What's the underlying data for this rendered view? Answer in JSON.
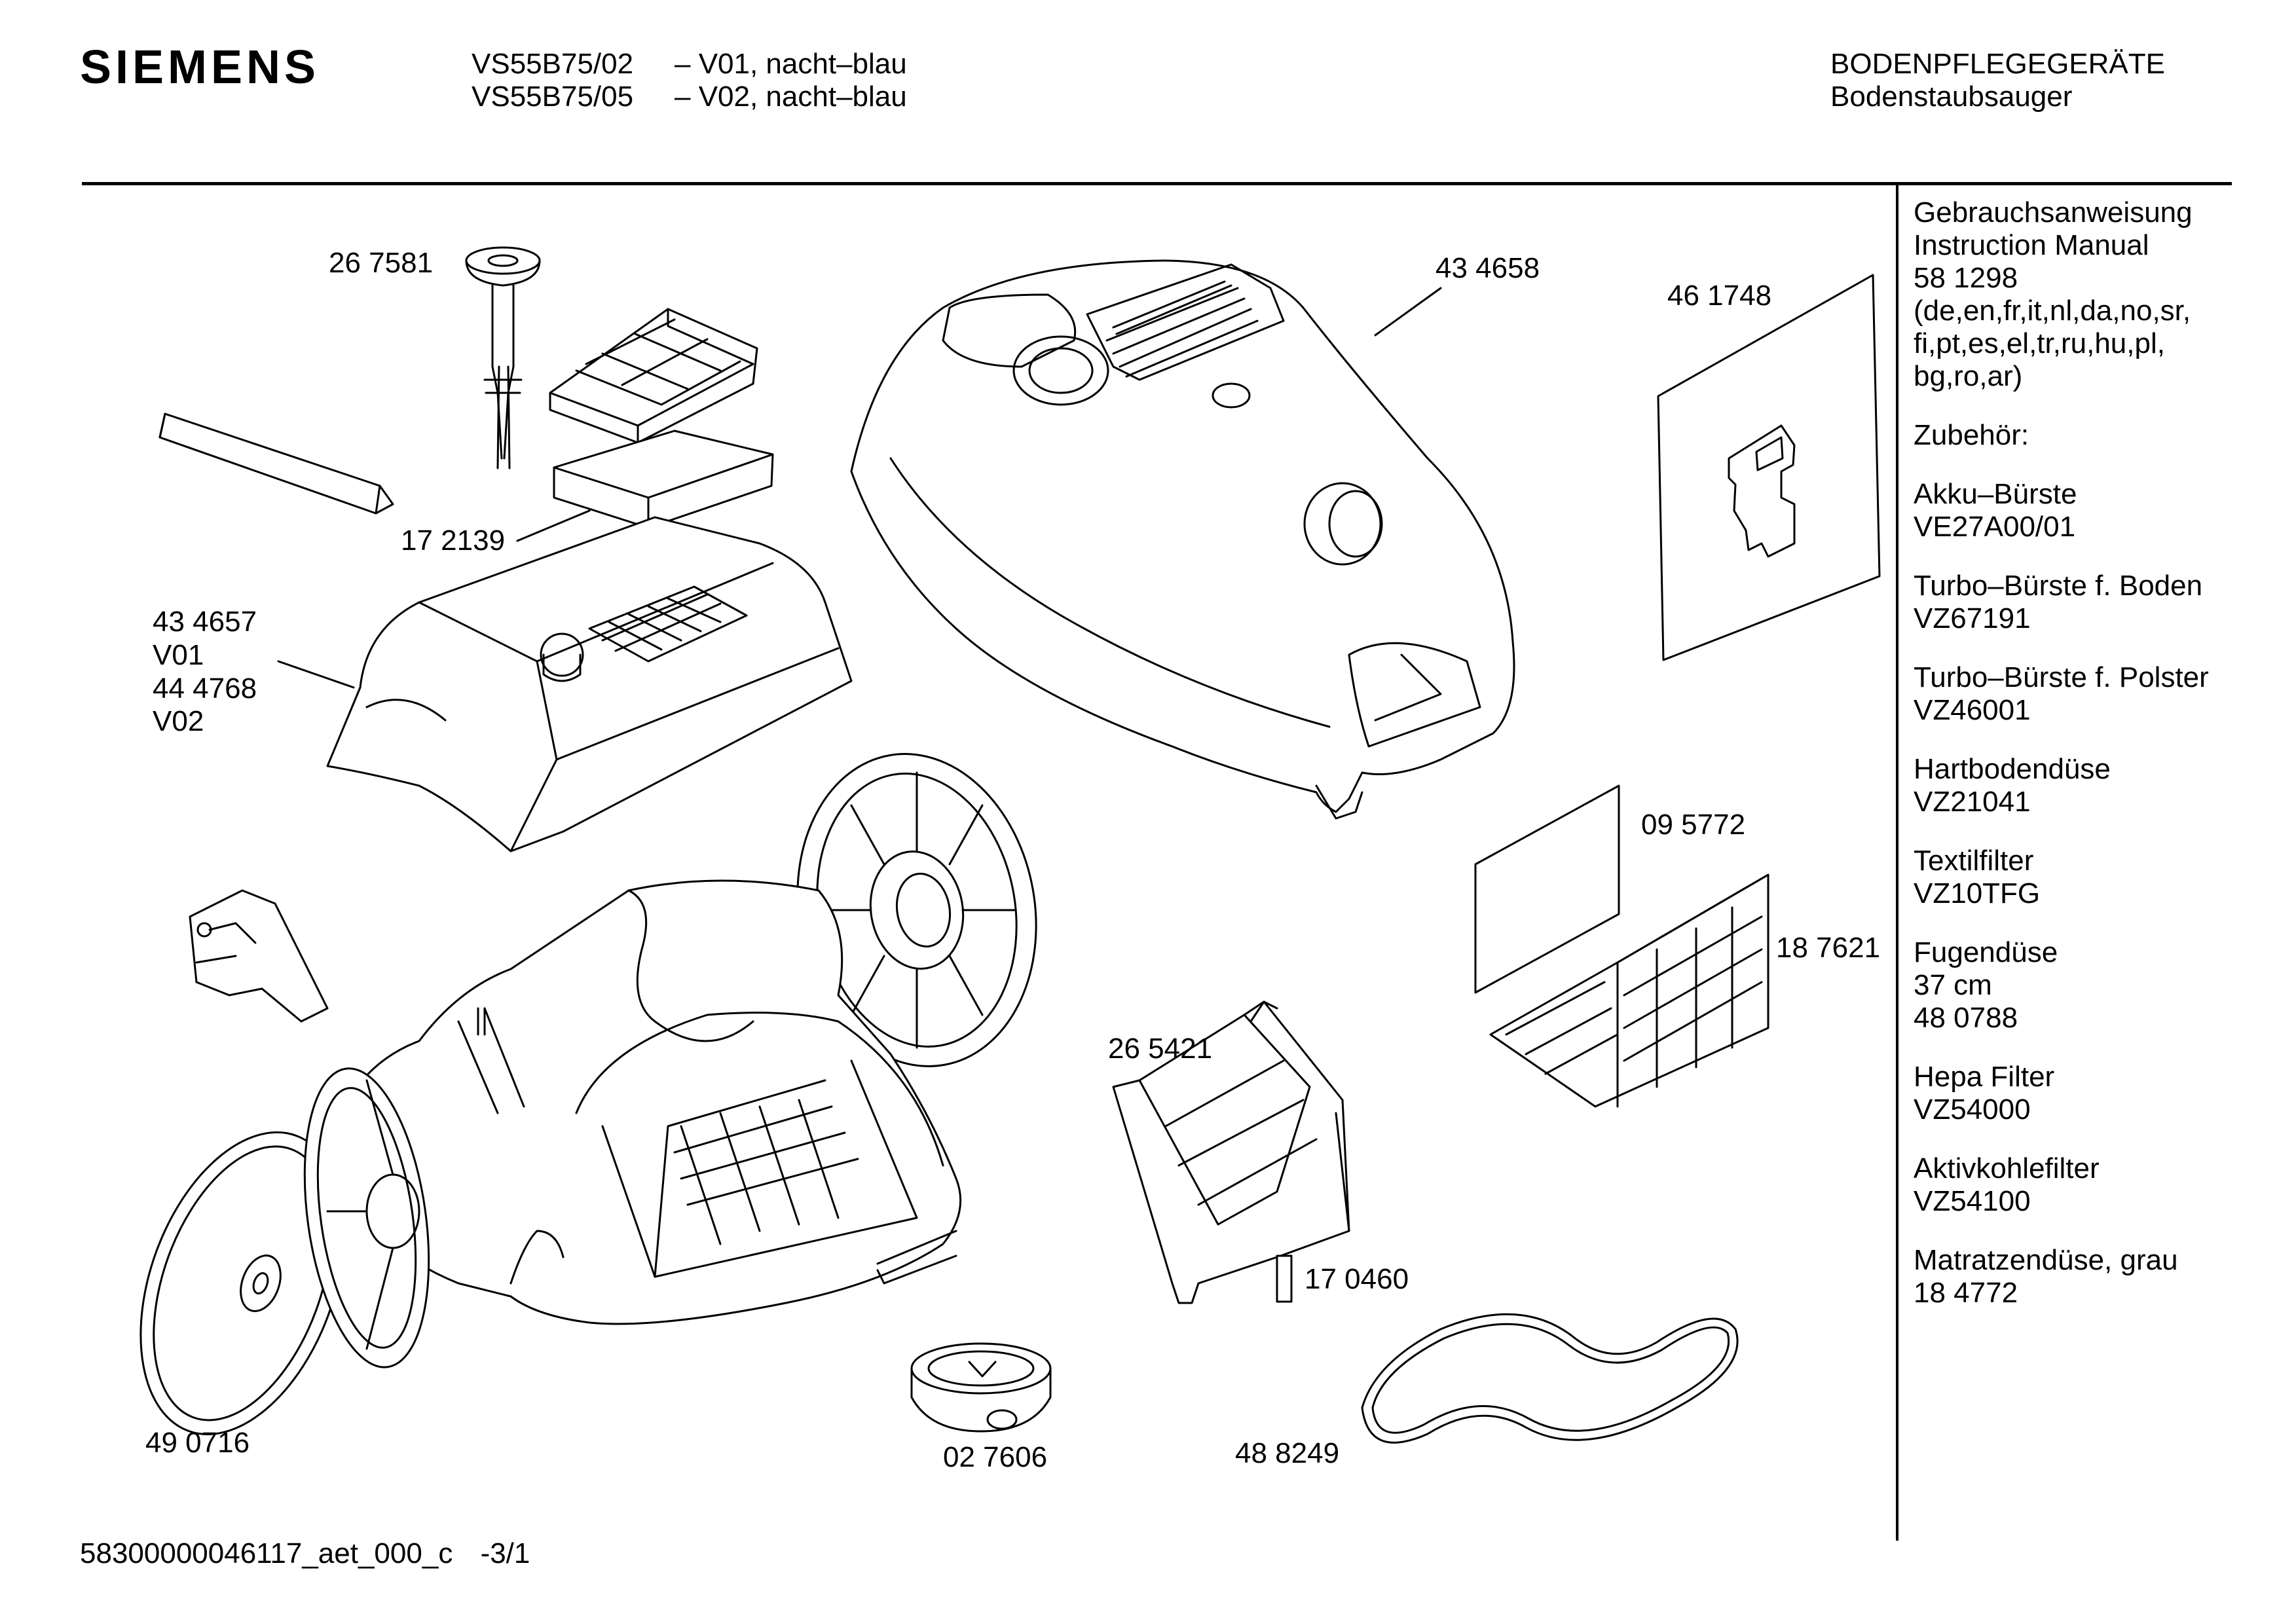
{
  "header": {
    "brand": "SIEMENS",
    "models": [
      {
        "code": "VS55B75/02",
        "variant": "– V01, nacht–blau"
      },
      {
        "code": "VS55B75/05",
        "variant": "– V02, nacht–blau"
      }
    ],
    "category": "BODENPFLEGEGERÄTE",
    "subcategory": "Bodenstaubsauger"
  },
  "parts": {
    "p267581": "26 7581",
    "p172139": "17 2139",
    "p434657": "43 4657",
    "v01": "V01",
    "p444768": "44 4768",
    "v02": "V02",
    "p434658": "43 4658",
    "p461748": "46 1748",
    "p095772": "09 5772",
    "p187621": "18 7621",
    "p265421": "26 5421",
    "p170460": "17 0460",
    "p490716": "49 0716",
    "p027606": "02 7606",
    "p488249": "48 8249"
  },
  "sidebar": {
    "manual": [
      "Gebrauchsanweisung",
      "Instruction Manual",
      "58 1298",
      "(de,en,fr,it,nl,da,no,sr,",
      "fi,pt,es,el,tr,ru,hu,pl,",
      "bg,ro,ar)"
    ],
    "accessories_title": "Zubehör:",
    "a1": [
      "Akku–Bürste",
      "VE27A00/01"
    ],
    "a2": [
      "Turbo–Bürste f. Boden",
      "VZ67191"
    ],
    "a3": [
      "Turbo–Bürste f. Polster",
      "VZ46001"
    ],
    "a4": [
      "Hartbodendüse",
      "VZ21041"
    ],
    "a5": [
      "Textilfilter",
      "VZ10TFG"
    ],
    "a6": [
      "Fugendüse",
      "37 cm",
      "48 0788"
    ],
    "a7": [
      "Hepa Filter",
      "VZ54000"
    ],
    "a8": [
      "Aktivkohlefilter",
      "VZ54100"
    ],
    "a9": [
      "Matratzendüse, grau",
      "18 4772"
    ]
  },
  "footer": {
    "doc_id": "58300000046117_aet_000_c",
    "page": "-3/1"
  }
}
